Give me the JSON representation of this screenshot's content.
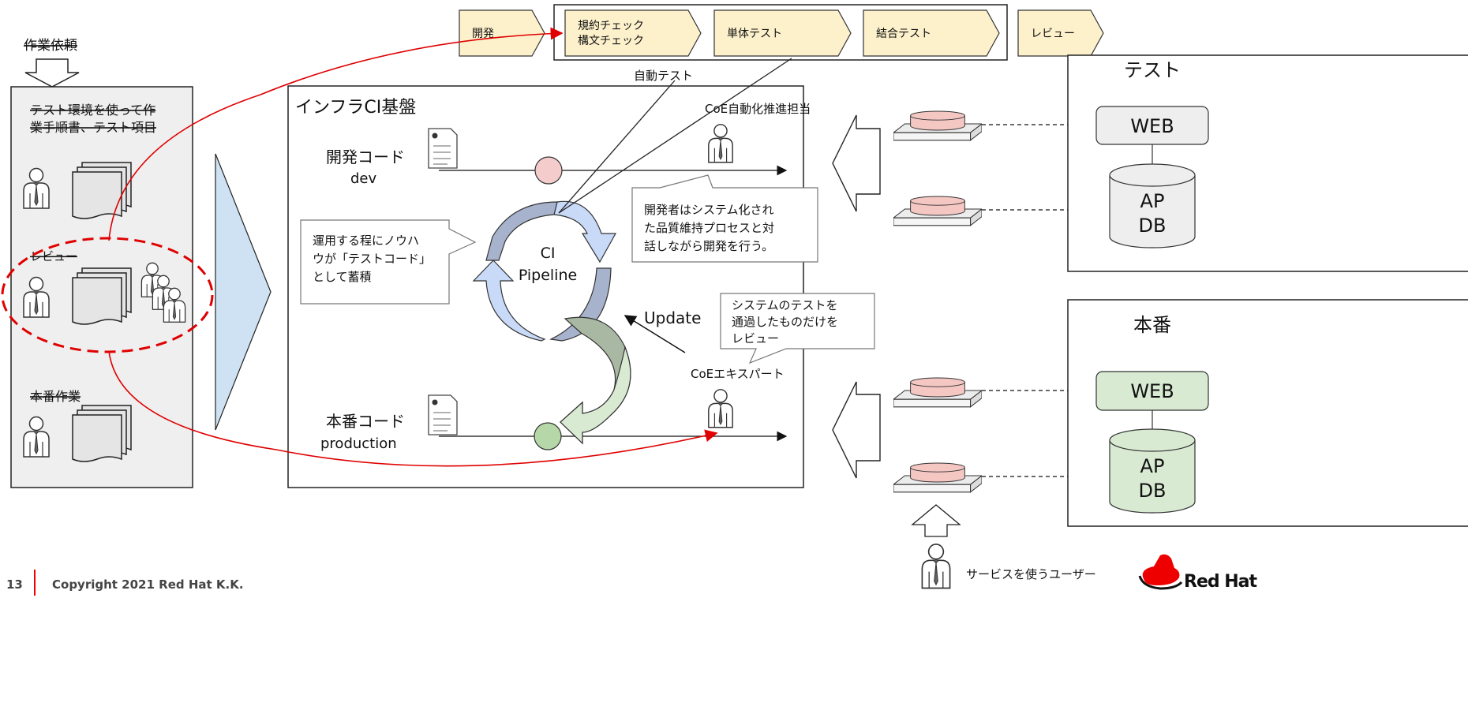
{
  "work": {
    "request": "作業依頼",
    "test_text_line1": "テスト環境を使って作",
    "test_text_line2": "業手順書、テスト項目",
    "review": "レビュー",
    "prod_work": "本番作業"
  },
  "pipeline_steps": {
    "dev": "開発",
    "check_line1": "規約チェック",
    "check_line2": "構文チェック",
    "unit_test": "単体テスト",
    "integration_test": "結合テスト",
    "review": "レビュー",
    "auto_test_label": "自動テスト"
  },
  "ci": {
    "title": "インフラCI基盤",
    "coe_promoter": "CoE自動化推進担当",
    "dev_code_line1": "開発コード",
    "dev_code_line2": "dev",
    "prod_code_line1": "本番コード",
    "prod_code_line2": "production",
    "pipeline_line1": "CI",
    "pipeline_line2": "Pipeline",
    "update": "Update",
    "coe_expert": "CoEエキスパート",
    "callout_knowhow": [
      "運用する程にノウハ",
      "ウが「テストコード」",
      "として蓄積"
    ],
    "callout_dev": [
      "開発者はシステム化され",
      "た品質維持プロセスと対",
      "話しながら開発を行う。"
    ],
    "callout_review": [
      "システムのテストを",
      "通過したものだけを",
      "レビュー"
    ]
  },
  "envs": {
    "test": {
      "title": "テスト",
      "web": "WEB",
      "db_line1": "AP",
      "db_line2": "DB"
    },
    "prod": {
      "title": "本番",
      "web": "WEB",
      "db_line1": "AP",
      "db_line2": "DB"
    }
  },
  "user_label": "サービスを使うユーザー",
  "footer": {
    "page": "13",
    "copyright": "Copyright 2021 Red Hat K.K.",
    "logo_text": "Red Hat"
  },
  "colors": {
    "step_fill": "#fdf1cc",
    "red_line": "#e00000",
    "test_web": "#eeeeee",
    "prod_web": "#d9ead3",
    "server_top": "#f4c7c3",
    "circle_pink": "#f4cccc",
    "circle_green": "#b6d7a8",
    "arrow_blue": "#c9daf8",
    "arrow_green": "#d9ead3",
    "brand_red": "#ee0000"
  }
}
